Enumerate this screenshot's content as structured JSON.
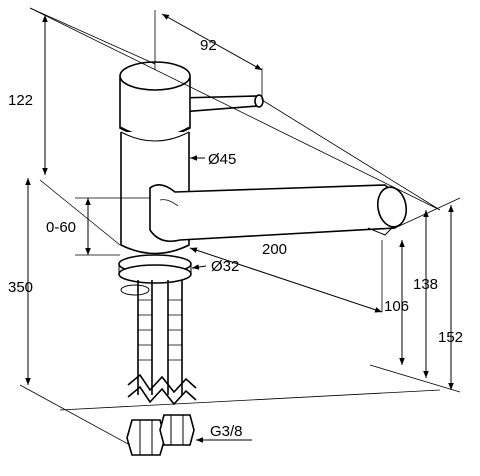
{
  "dimensions": {
    "top_width": "92",
    "top_height": "122",
    "body_diameter": "Ø45",
    "swivel_range": "0-60",
    "spout_reach": "200",
    "base_diameter": "Ø32",
    "total_height": "350",
    "spout_outlet_height": "106",
    "spout_underside_height": "138",
    "spout_top_height": "152",
    "connection_thread": "G3/8"
  },
  "icons": {
    "dimension_arrow": "arrow-icon",
    "hose_break": "break-zigzag-icon"
  }
}
